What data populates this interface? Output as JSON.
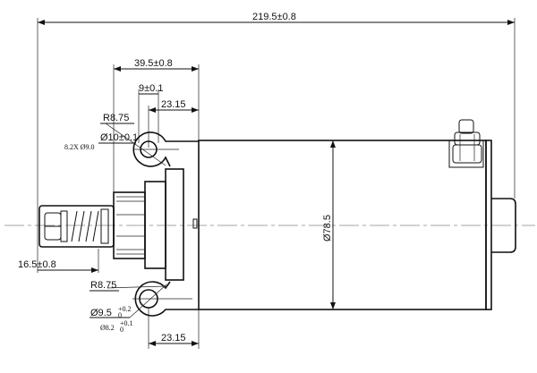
{
  "drawing": {
    "overall_length": "219.5±0.8",
    "flange_offset": "39.5±0.8",
    "ear_width": "9±0.1",
    "ear_offset_top": "23.15",
    "ear_offset_bottom": "23.15",
    "top_radius": "R8.75",
    "top_hole": "Ø10±0.1",
    "top_hole_note": "8.2X Ø9.0",
    "bottom_radius": "R8.75",
    "bottom_hole": "Ø9.5",
    "bottom_hole_tol_upper": "+0.2",
    "bottom_hole_tol_lower": "0",
    "bottom_hole_note": "Ø8.2",
    "bottom_hole_note_tol_upper": "+0.1",
    "bottom_hole_note_tol_lower": "0",
    "pinion_length": "16.5±0.8",
    "body_diameter": "Ø78.5"
  }
}
